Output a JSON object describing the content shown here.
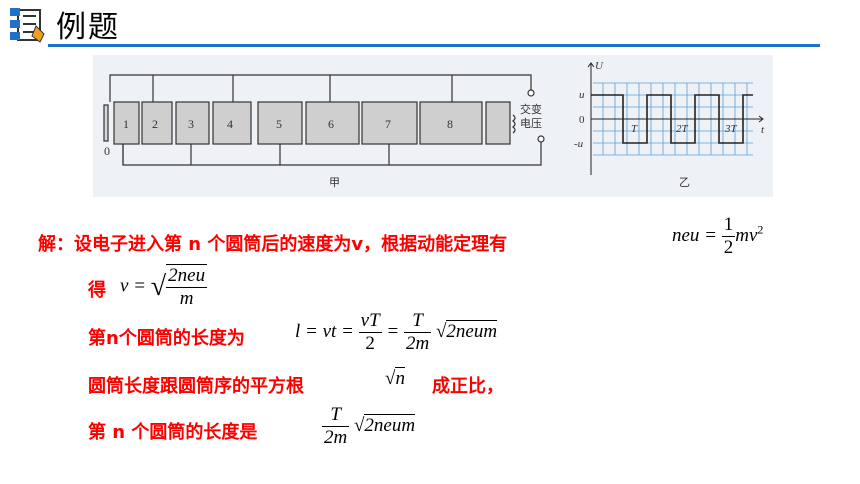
{
  "header": {
    "title": "例题",
    "icon": "checklist-icon",
    "accent_color": "#1e73c8"
  },
  "figure": {
    "left": {
      "tubes": [
        "1",
        "2",
        "3",
        "4",
        "5",
        "6",
        "7",
        "8"
      ],
      "zero_label": "0",
      "source_label_1": "交变",
      "source_label_2": "电压",
      "caption": "甲"
    },
    "right": {
      "y_axis": "U",
      "x_axis": "t",
      "u_plus": "u",
      "u_zero": "0",
      "u_minus": "-u",
      "ticks": [
        "T",
        "2T",
        "3T"
      ],
      "caption": "乙"
    }
  },
  "solution": {
    "line1_text": "解：设电子进入第 n 个圆筒后的速度为v，根据动能定理有",
    "line1_lhs": "neu =",
    "line1_frac_num": "1",
    "line1_frac_den": "2",
    "line1_rhs": "mv",
    "line1_sup": "2",
    "line2_text": "得",
    "line2_lhs": "v  =",
    "line2_num": "2neu",
    "line2_den": "m",
    "line3_text": "第n个圆筒的长度为",
    "line3_lhs": "l  =  vt  =",
    "line3_f1_num": "vT",
    "line3_f1_den": "2",
    "line3_eq": "=",
    "line3_f2_num": "T",
    "line3_f2_den": "2m",
    "line3_root": "2neum",
    "line4_text_a": "圆筒长度跟圆筒序的平方根",
    "line4_root": "n",
    "line4_text_b": "成正比，",
    "line5_text": "第 n 个圆筒的长度是",
    "line5_num": "T",
    "line5_den": "2m",
    "line5_root": "2neum"
  }
}
